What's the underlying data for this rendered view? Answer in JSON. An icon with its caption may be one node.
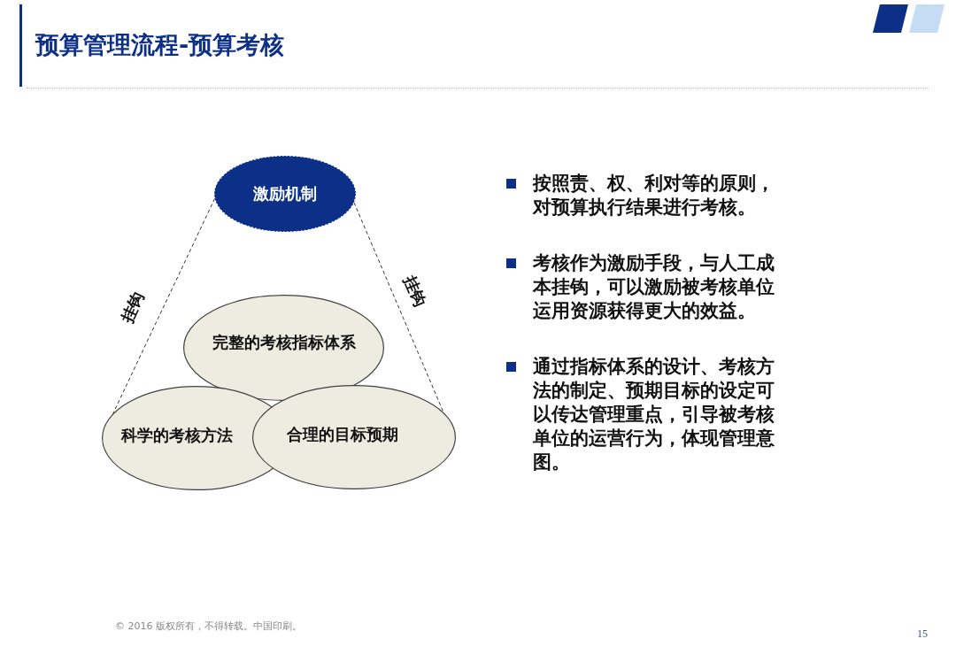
{
  "diagram": {
    "title": "预算管理流程-预算考核",
    "nodes": [
      {
        "text": [
          "激励机制"
        ]
      },
      {
        "text": [
          "完整的考核指标体系"
        ]
      },
      {
        "text": [
          "科学的考核方法"
        ]
      },
      {
        "text": [
          "合理的目标预期"
        ]
      }
    ],
    "edges": [
      {
        "from": 0,
        "to": 2,
        "arrow": "none",
        "style": "dashed",
        "label": "挂钩"
      },
      {
        "from": 0,
        "to": 3,
        "arrow": "none",
        "style": "dashed",
        "label": "挂钩"
      }
    ],
    "labels": [
      "按照责、权、利对等的原则，对预算执行结果进行考核。",
      "考核作为激励手段，与人工成本挂钩，可以激励被考核单位运用资源获得更大的效益。",
      "通过指标体系的设计、考核方法的制定、预期目标的设定可以传达管理重点，引导被考核单位的运营行为，体现管理意图。",
      "© 2016 版权所有，不得转载。中国印刷。",
      "15"
    ]
  }
}
